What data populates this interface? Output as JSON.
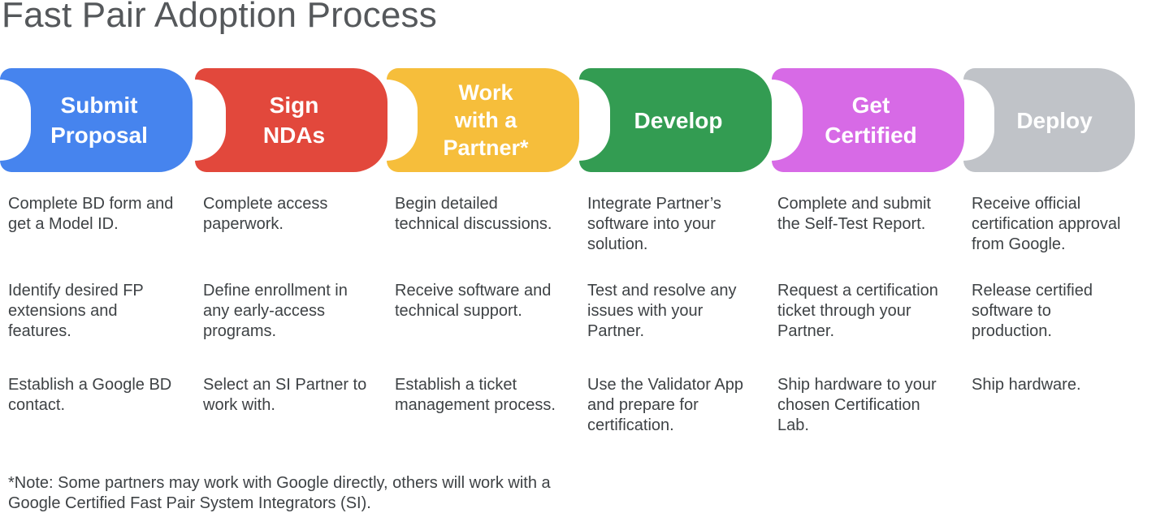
{
  "title": "Fast Pair Adoption Process",
  "steps": [
    {
      "label": "Submit\nProposal",
      "color": "#4684EE",
      "tasks": [
        "Complete BD form and\nget a Model ID.",
        "Identify desired FP\nextensions and\nfeatures.",
        "Establish a Google BD\ncontact."
      ]
    },
    {
      "label": "Sign\nNDAs",
      "color": "#E2483C",
      "tasks": [
        "Complete access\npaperwork.",
        "Define enrollment in\nany early-access\nprograms.",
        "Select an SI Partner to\nwork with."
      ]
    },
    {
      "label": "Work\nwith a\nPartner*",
      "color": "#F6BE3B",
      "tasks": [
        "Begin detailed\ntechnical discussions.",
        "Receive software and\ntechnical support.",
        "Establish a ticket\nmanagement process."
      ]
    },
    {
      "label": "Develop",
      "color": "#339C52",
      "tasks": [
        "Integrate Partner’s\nsoftware into your\nsolution.",
        "Test and resolve any\nissues with your\nPartner.",
        "Use the Validator App\nand prepare for\ncertification."
      ]
    },
    {
      "label": "Get\nCertified",
      "color": "#D76AE6",
      "tasks": [
        "Complete and submit\nthe Self-Test Report.",
        "Request a certification\nticket through your\nPartner.",
        "Ship hardware to your\nchosen Certification\nLab."
      ]
    },
    {
      "label": "Deploy",
      "color": "#C0C3C8",
      "tasks": [
        "Receive official\ncertification approval\nfrom Google.",
        "Release certified\nsoftware to\nproduction.",
        "Ship hardware."
      ]
    }
  ],
  "note": "*Note: Some partners may work with Google directly, others will work with a\nGoogle Certified Fast Pair System Integrators (SI)."
}
